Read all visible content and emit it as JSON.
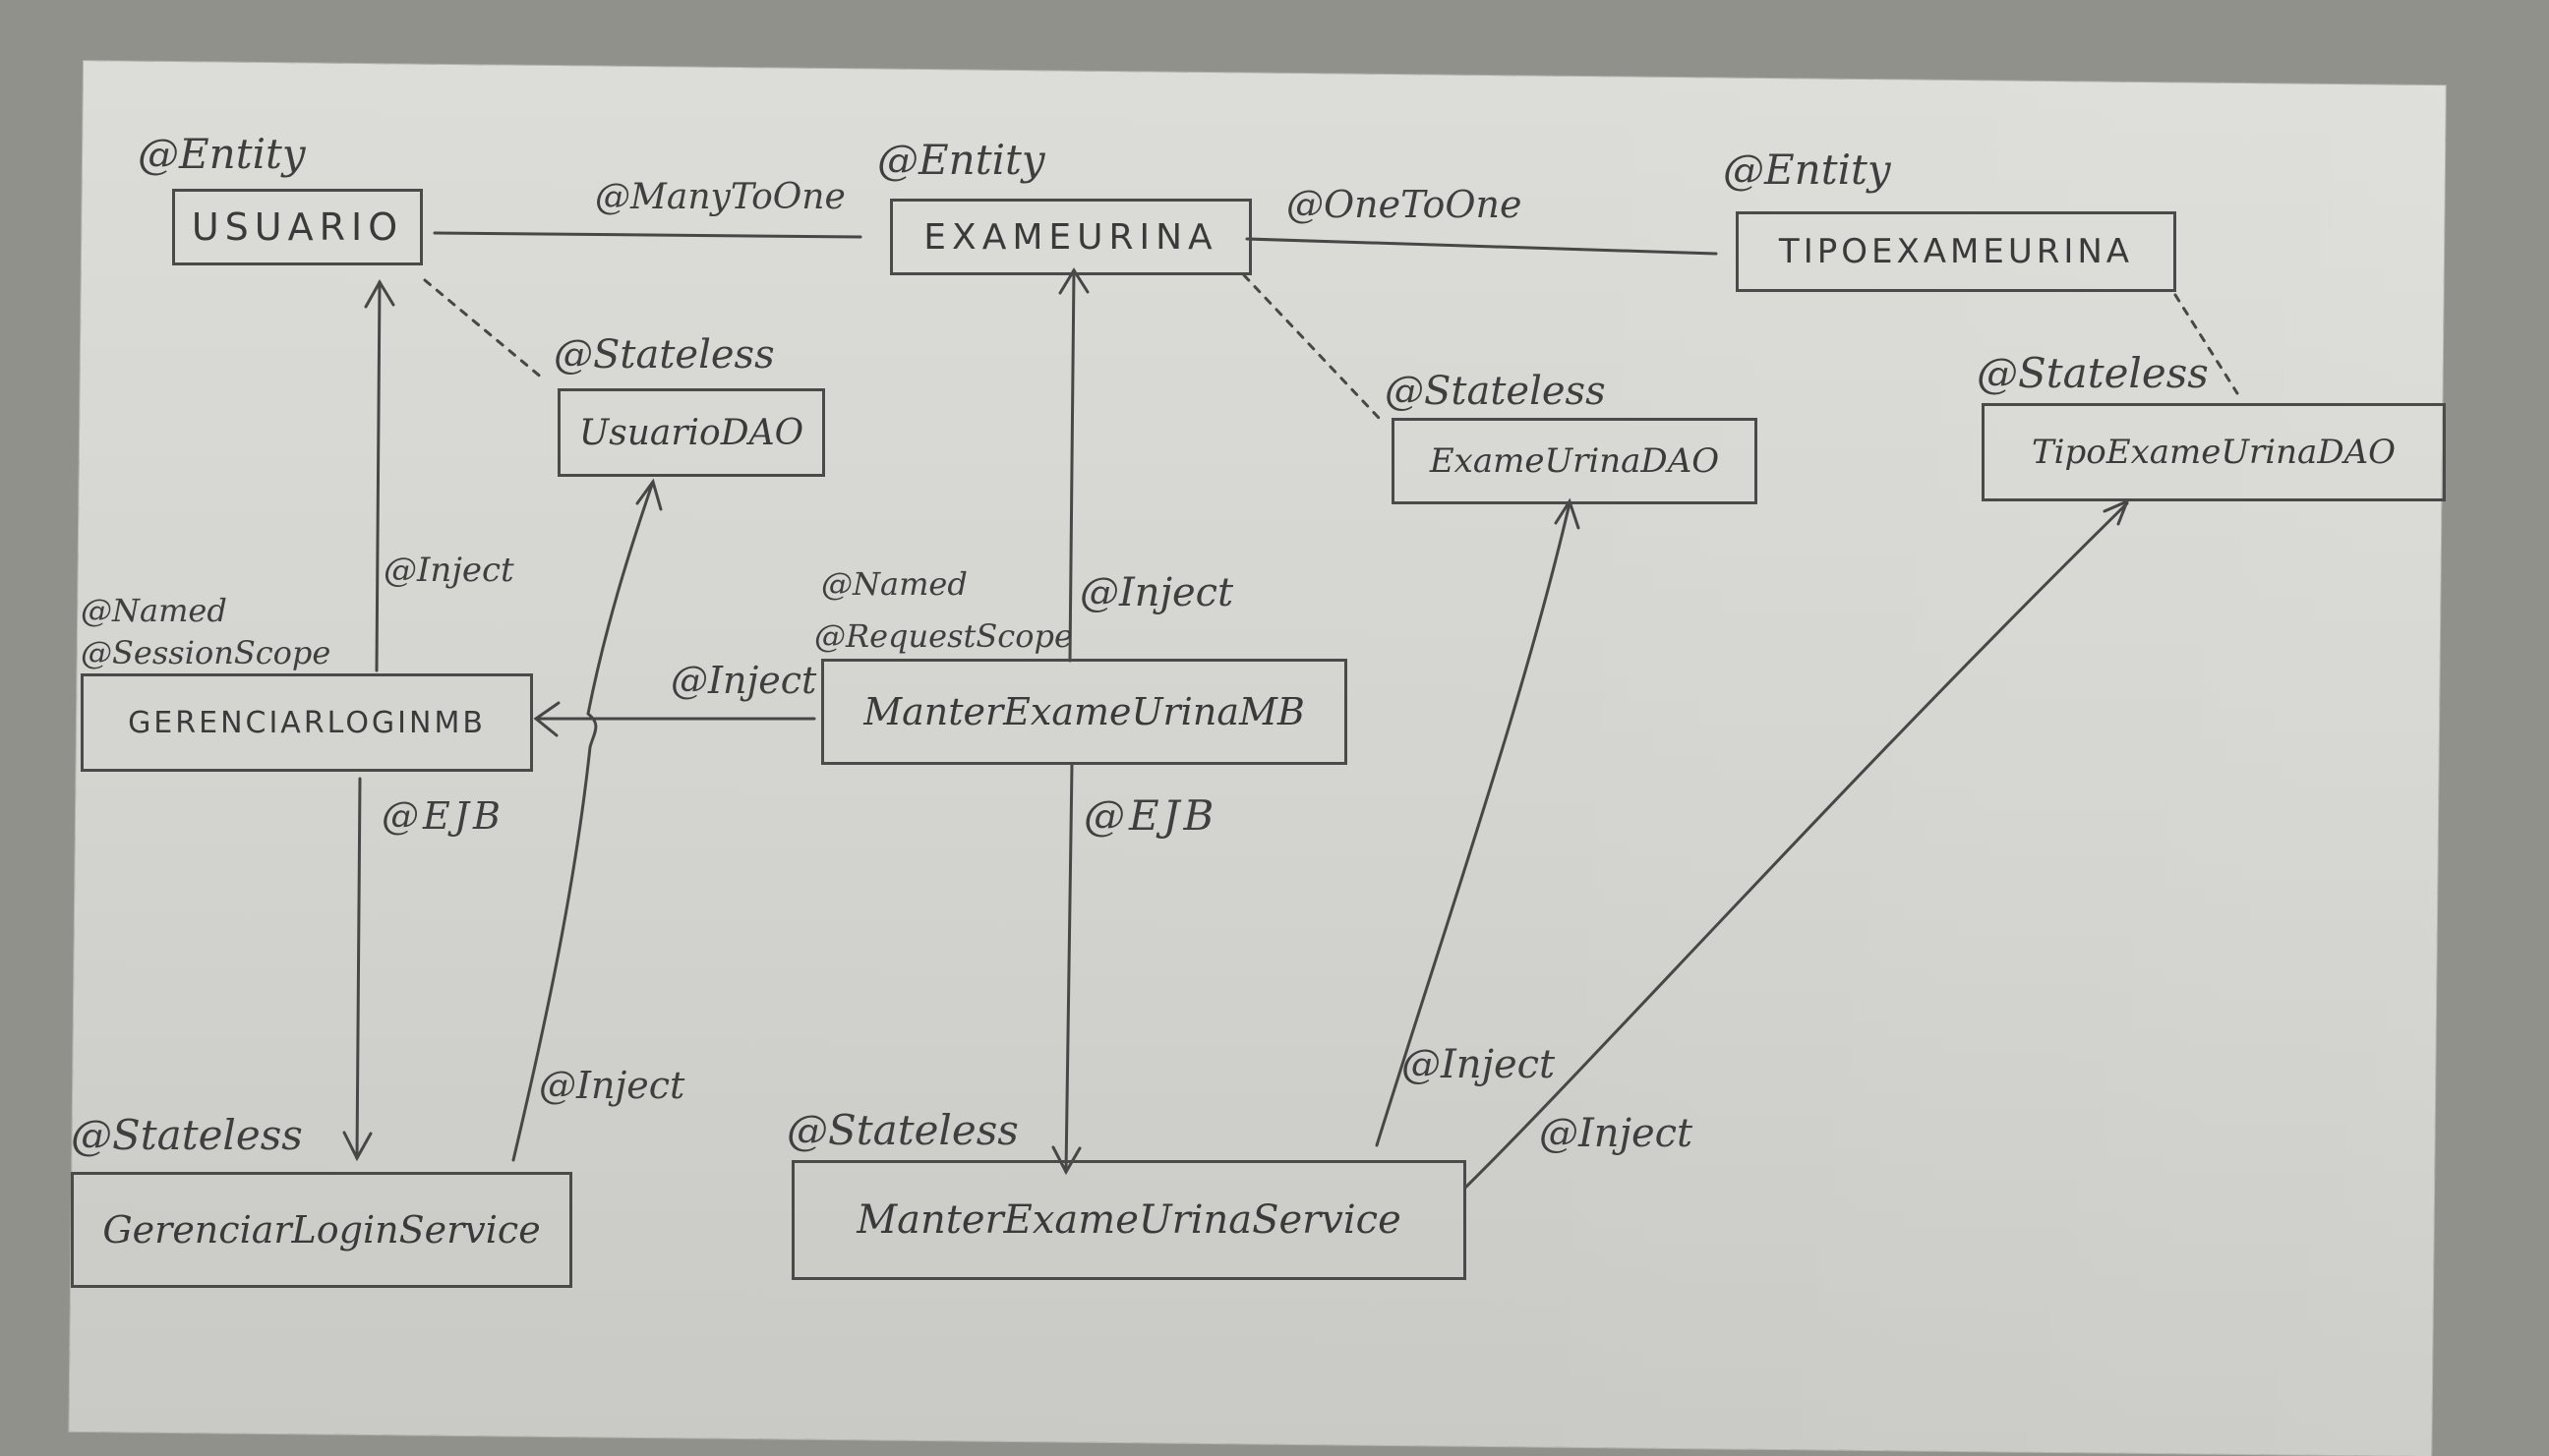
{
  "nodes": {
    "usuario": {
      "name": "USUARIO",
      "annotation": "@Entity"
    },
    "exameurina": {
      "name": "EXAMEURINA",
      "annotation": "@Entity"
    },
    "tipoexameurina": {
      "name": "TIPOEXAMEURINA",
      "annotation": "@Entity"
    },
    "usuario_dao": {
      "name": "UsuarioDAO",
      "annotation": "@Stateless"
    },
    "exame_urina_dao": {
      "name": "ExameUrinaDAO",
      "annotation": "@Stateless"
    },
    "tipo_exame_urina_dao": {
      "name": "TipoExameUrinaDAO",
      "annotation": "@Stateless"
    },
    "gerenciar_login_mb": {
      "name": "GERENCIARLOGINMB",
      "annotation_1": "@Named",
      "annotation_2": "@SessionScope"
    },
    "manter_exame_urina_mb": {
      "name": "ManterExameUrinaMB",
      "annotation_1": "@Named",
      "annotation_2": "@RequestScope"
    },
    "gerenciar_login_service": {
      "name": "GerenciarLoginService",
      "annotation": "@Stateless"
    },
    "manter_exame_urina_service": {
      "name": "ManterExameUrinaService",
      "annotation": "@Stateless"
    }
  },
  "edges": {
    "usuario_exameurina": "@ManyToOne",
    "exameurina_tipo": "@OneToOne",
    "login_mb_to_usuario": "@Inject",
    "manter_mb_to_exameurina": "@Inject",
    "manter_mb_to_login_mb": "@Inject",
    "login_mb_to_service": "@EJB",
    "manter_mb_to_service": "@EJB",
    "login_service_to_usuario_dao": "@Inject",
    "manter_service_to_exame_dao": "@Inject",
    "manter_service_to_tipo_dao": "@Inject"
  },
  "colors": {
    "ink": "#3a3a3a",
    "paper": "#d6d6d2",
    "background": "#8f918a"
  }
}
